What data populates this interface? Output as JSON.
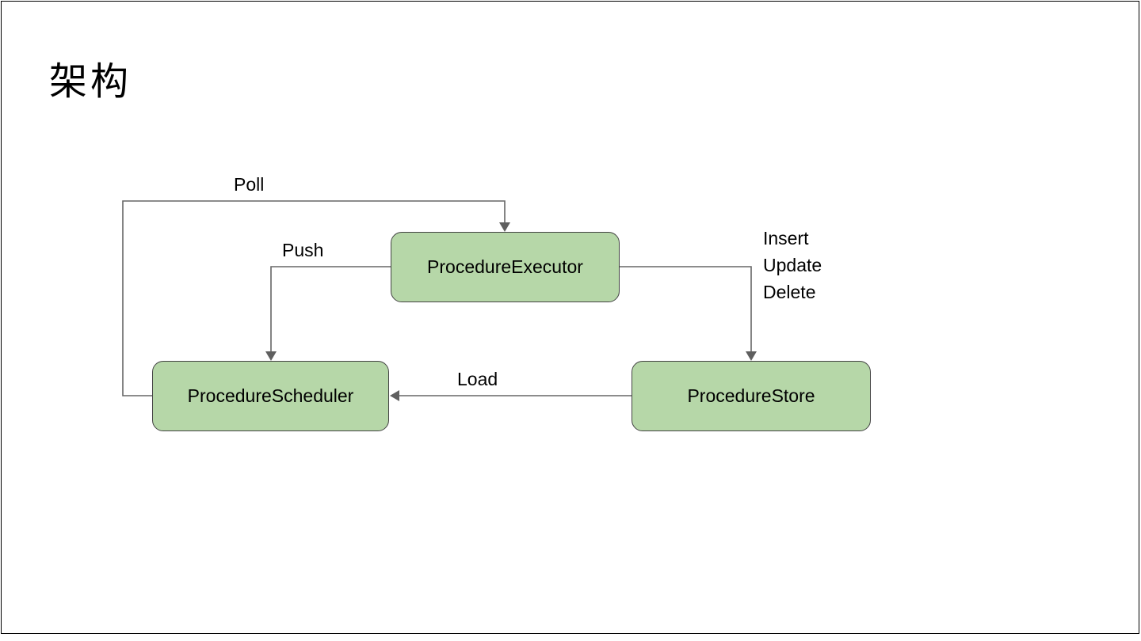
{
  "page": {
    "title": "架构"
  },
  "diagram": {
    "nodes": [
      {
        "id": "executor",
        "label": "ProcedureExecutor"
      },
      {
        "id": "scheduler",
        "label": "ProcedureScheduler"
      },
      {
        "id": "store",
        "label": "ProcedureStore"
      }
    ],
    "connectors": [
      {
        "id": "poll",
        "label": "Poll",
        "from": "scheduler",
        "to": "executor"
      },
      {
        "id": "push",
        "label": "Push",
        "from": "executor",
        "to": "scheduler"
      },
      {
        "id": "insert-update-delete",
        "label": "Insert\nUpdate\nDelete",
        "from": "executor",
        "to": "store"
      },
      {
        "id": "load",
        "label": "Load",
        "from": "store",
        "to": "scheduler"
      }
    ],
    "colors": {
      "node_fill": "#b6d7a8",
      "node_border": "#434343",
      "connector_line": "#666666",
      "text": "#000000"
    }
  }
}
